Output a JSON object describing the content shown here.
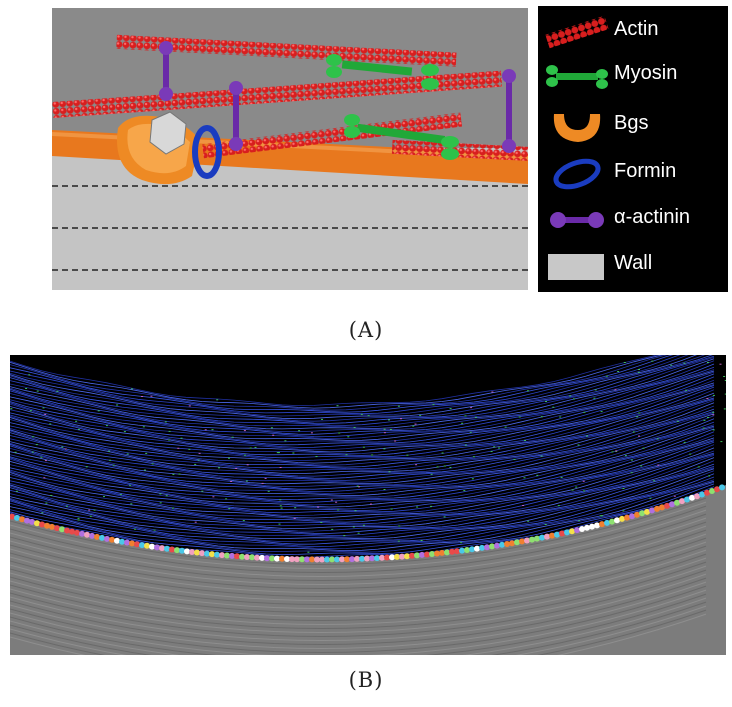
{
  "legend": {
    "items": [
      {
        "label": "Actin",
        "icon": "actin-icon",
        "color": "#e02020"
      },
      {
        "label": "Myosin",
        "icon": "myosin-icon",
        "color": "#22c040"
      },
      {
        "label": "Bgs",
        "icon": "bgs-icon",
        "color": "#f0902a"
      },
      {
        "label": "Formin",
        "icon": "formin-icon",
        "color": "#1c3fbf"
      },
      {
        "label": "α-actinin",
        "icon": "alpha-actinin-icon",
        "color": "#6a2aa8"
      },
      {
        "label": "Wall",
        "icon": "wall-icon",
        "color": "#c8c8c8"
      }
    ]
  },
  "captions": {
    "a": "(A)",
    "b": "(B)"
  },
  "colors": {
    "background_a": "#8c8c8c",
    "membrane": "#e87820",
    "wall": "#c6c6c6",
    "panel_b_background": "#000000",
    "panel_b_wall": "#7a7a7a",
    "panel_b_filaments": "#3a52d8"
  }
}
